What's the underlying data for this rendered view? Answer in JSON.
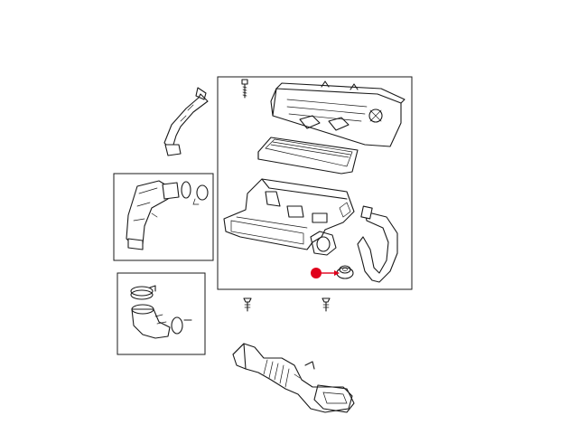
{
  "colors": {
    "line": "#1a1a1a",
    "background": "#ffffff",
    "callout": "#e0001b"
  },
  "parts": [
    {
      "id": "breather-tube",
      "icon": "breather-tube-icon"
    },
    {
      "id": "air-cleaner-cover",
      "icon": "air-cleaner-cover-icon"
    },
    {
      "id": "cover-bolt",
      "icon": "bolt-icon"
    },
    {
      "id": "air-filter",
      "icon": "air-filter-icon"
    },
    {
      "id": "air-cleaner-body",
      "icon": "air-cleaner-body-icon"
    },
    {
      "id": "hose",
      "icon": "hose-icon"
    },
    {
      "id": "grommet",
      "icon": "grommet-icon"
    },
    {
      "id": "duct-assembly",
      "icon": "duct-icon"
    },
    {
      "id": "resonator-assembly",
      "icon": "resonator-icon"
    },
    {
      "id": "push-pin-left",
      "icon": "push-pin-icon"
    },
    {
      "id": "push-pin-right",
      "icon": "push-pin-icon"
    },
    {
      "id": "inlet-duct",
      "icon": "inlet-duct-icon"
    }
  ],
  "highlight": {
    "part": "grommet",
    "marker": "callout-dot"
  }
}
